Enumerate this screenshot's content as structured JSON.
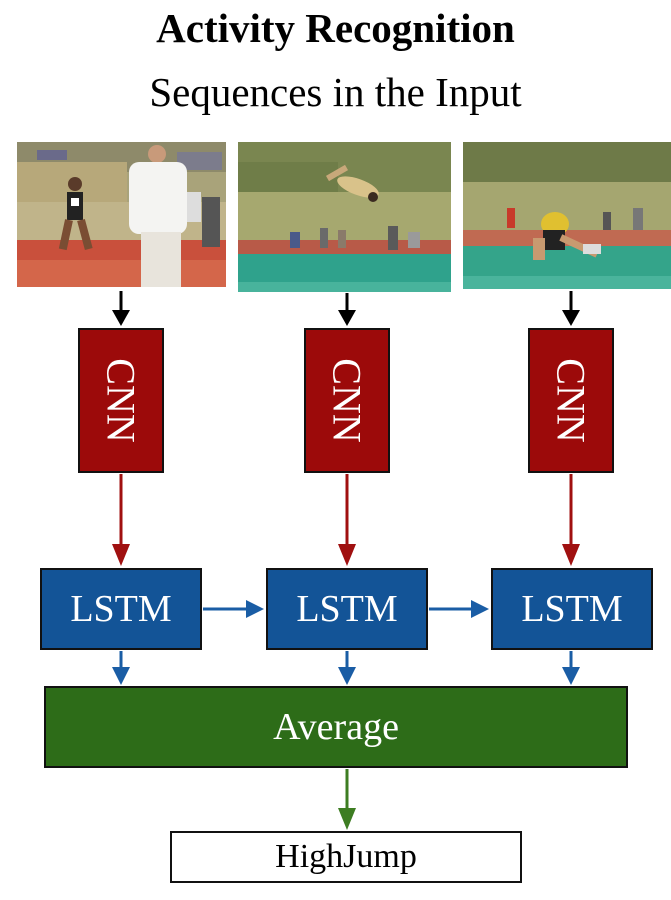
{
  "title": "Activity Recognition",
  "subtitle": "Sequences in the Input",
  "frames": [
    {
      "icon": "video-frame-runner-photo"
    },
    {
      "icon": "video-frame-jump-photo"
    },
    {
      "icon": "video-frame-landing-photo"
    }
  ],
  "cnn": [
    {
      "label": "CNN"
    },
    {
      "label": "CNN"
    },
    {
      "label": "CNN"
    }
  ],
  "lstm": [
    {
      "label": "LSTM"
    },
    {
      "label": "LSTM"
    },
    {
      "label": "LSTM"
    }
  ],
  "average": {
    "label": "Average"
  },
  "output": {
    "label": "HighJump"
  },
  "colors": {
    "cnn": "#9c0a0a",
    "lstm": "#135497",
    "average": "#2d6c18",
    "arrow_input": "#000000",
    "arrow_cnn": "#a01010",
    "arrow_lstm": "#1a5da5",
    "arrow_average": "#3d7d22"
  }
}
